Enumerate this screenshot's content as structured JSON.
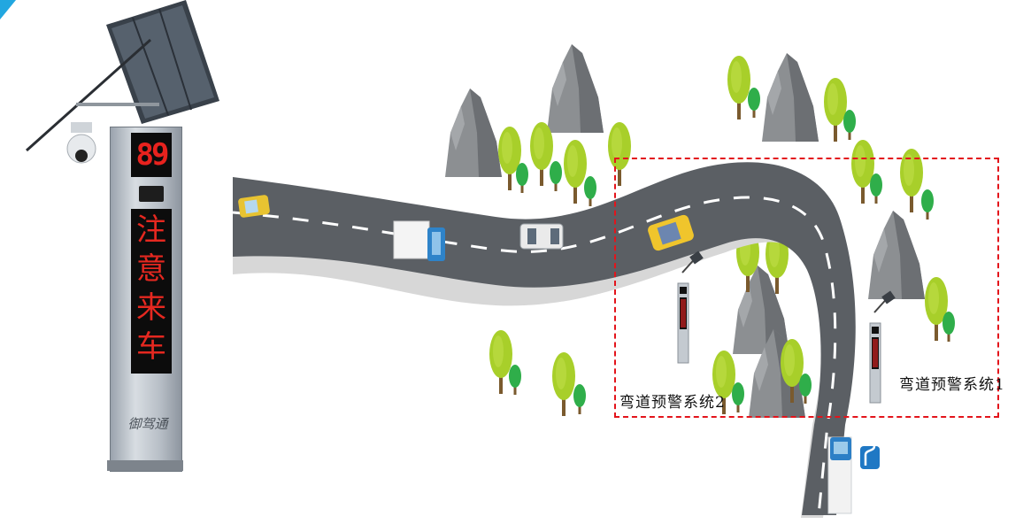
{
  "sign": {
    "speed": "89",
    "message_chars": [
      "注",
      "意",
      "来",
      "车"
    ],
    "brand": "御驾通"
  },
  "labels": {
    "system1": "弯道预警系统1",
    "system2": "弯道预警系统2"
  },
  "colors": {
    "warning_box": "#e3141b",
    "led_red": "#e52820",
    "road": "#5b5f64",
    "corner_accent": "#22a7e0"
  }
}
